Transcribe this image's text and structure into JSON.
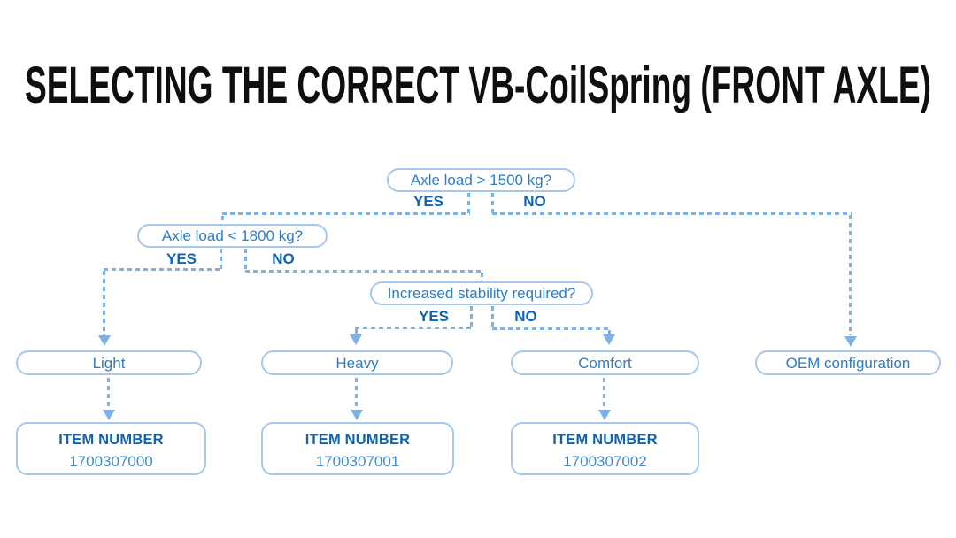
{
  "title": "SELECTING THE CORRECT VB-CoilSpring (FRONT AXLE)",
  "colors": {
    "background": "#ffffff",
    "title_text": "#0f0f0f",
    "box_border": "#a6c8ec",
    "box_text": "#2f7cc3",
    "label_text": "#1063b2",
    "item_number_text": "#4389ca",
    "connector": "#7fb1e3"
  },
  "flowchart": {
    "decisions": [
      {
        "question": "Axle load > 1500 kg?",
        "yes": "YES",
        "no": "NO"
      },
      {
        "question": "Axle load < 1800 kg?",
        "yes": "YES",
        "no": "NO"
      },
      {
        "question": "Increased stability required?",
        "yes": "YES",
        "no": "NO"
      }
    ],
    "results": [
      {
        "label": "Light",
        "item_title": "ITEM NUMBER",
        "item_number": "1700307000"
      },
      {
        "label": "Heavy",
        "item_title": "ITEM NUMBER",
        "item_number": "1700307001"
      },
      {
        "label": "Comfort",
        "item_title": "ITEM NUMBER",
        "item_number": "1700307002"
      },
      {
        "label": "OEM configuration"
      }
    ]
  }
}
